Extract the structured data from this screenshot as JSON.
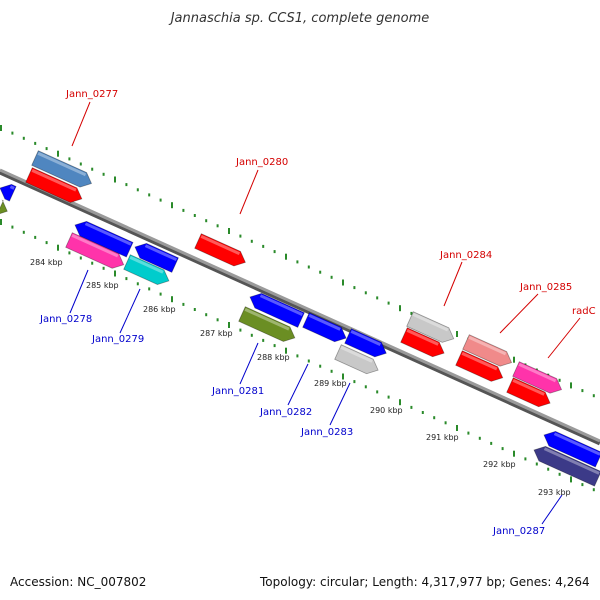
{
  "title": "Jannaschia sp. CCS1, complete genome",
  "footer": {
    "accession": "Accession: NC_007802",
    "topology": "Topology: circular; Length: 4,317,977 bp; Genes: 4,264"
  },
  "scale_labels": [
    "284 kbp",
    "285 kbp",
    "286 kbp",
    "287 kbp",
    "288 kbp",
    "289 kbp",
    "290 kbp",
    "291 kbp",
    "292 kbp",
    "293 kbp"
  ],
  "gene_labels_top": [
    "Jann_0277",
    "Jann_0280",
    "Jann_0284",
    "Jann_0285",
    "radC"
  ],
  "gene_labels_bottom": [
    "Jann_0278",
    "Jann_0279",
    "Jann_0281",
    "Jann_0282",
    "Jann_0283",
    "Jann_0287"
  ],
  "colors": {
    "backbone": "#8c8c8c",
    "dots": "#2a8a2a",
    "label_top": "#d40000",
    "label_bottom": "#0000cc",
    "red": "#ff0000",
    "blue": "#0000ff",
    "steelblue": "#4f86c0",
    "pink": "#ff33aa",
    "salmon": "#f08a8a",
    "cyan": "#00cccc",
    "olive": "#6b8e23",
    "silver": "#c8c8c8",
    "navy": "#3c3a88"
  }
}
